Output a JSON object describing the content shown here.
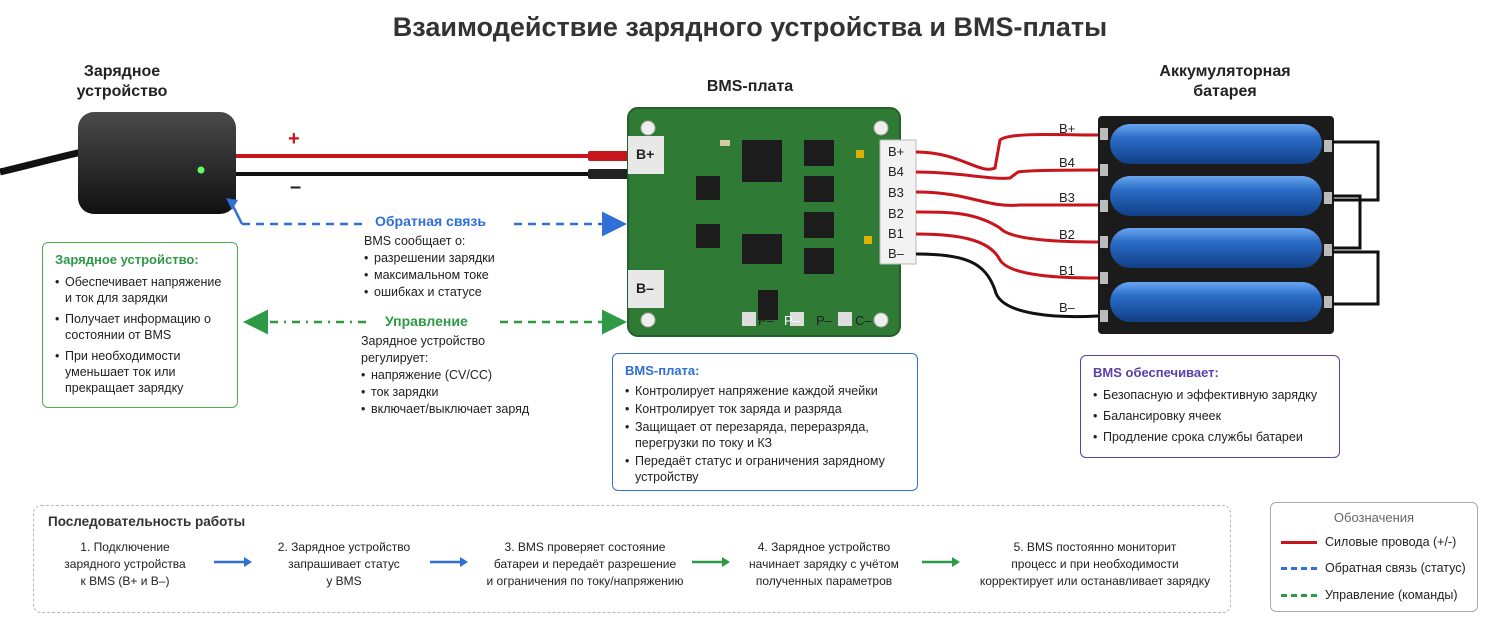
{
  "title": "Взаимодействие зарядного устройства и BMS-платы",
  "headers": {
    "charger_line1": "Зарядное",
    "charger_line2": "устройство",
    "bms": "BMS-плата",
    "battery_line1": "Аккумуляторная",
    "battery_line2": "батарея"
  },
  "polarity": {
    "plus": "+",
    "minus": "–"
  },
  "bms_pads": {
    "b_plus": "B+",
    "b_minus": "B–",
    "p_minus": "P–",
    "p_minus2": "P–",
    "p_minus3": "P–",
    "c_minus": "C–"
  },
  "bms_pins": [
    "B+",
    "B4",
    "B3",
    "B2",
    "B1",
    "B–"
  ],
  "battery_pins": [
    "B+",
    "B4",
    "B3",
    "B2",
    "B1",
    "B–"
  ],
  "feedback": {
    "label": "Обратная связь",
    "intro": "BMS сообщает о:",
    "items": [
      "разрешении зарядки",
      "максимальном токе",
      "ошибках и статусе"
    ]
  },
  "control": {
    "label": "Управление",
    "intro_line1": "Зарядное устройство",
    "intro_line2": "регулирует:",
    "items": [
      "напряжение (CV/CC)",
      "ток зарядки",
      "включает/выключает заряд"
    ]
  },
  "charger_box": {
    "title": "Зарядное устройство:",
    "items": [
      "Обеспечивает напряжение и ток для зарядки",
      "Получает информацию о состоянии от BMS",
      "При необходимости уменьшает ток или прекращает зарядку"
    ]
  },
  "bms_box": {
    "title": "BMS-плата:",
    "items": [
      "Контролирует напряжение каждой ячейки",
      "Контролирует ток заряда и разряда",
      "Защищает от перезаряда, переразряда, перегрузки по току и КЗ",
      "Передаёт статус и ограничения зарядному устройству"
    ]
  },
  "battery_box": {
    "title": "BMS обеспечивает:",
    "items": [
      "Безопасную и эффективную зарядку",
      "Балансировку ячеек",
      "Продление срока службы батареи"
    ]
  },
  "sequence": {
    "title": "Последовательность работы",
    "steps": [
      {
        "l1": "1. Подключение",
        "l2": "зарядного устройства",
        "l3": "к BMS (B+ и B–)"
      },
      {
        "l1": "2. Зарядное устройство",
        "l2": "запрашивает статус",
        "l3": "у BMS"
      },
      {
        "l1": "3. BMS проверяет состояние",
        "l2": "батареи и передаёт разрешение",
        "l3": "и ограничения по току/напряжению"
      },
      {
        "l1": "4. Зарядное устройство",
        "l2": "начинает зарядку с учётом",
        "l3": "полученных параметров"
      },
      {
        "l1": "5. BMS постоянно мониторит",
        "l2": "процесс и при необходимости",
        "l3": "корректирует или останавливает зарядку"
      }
    ]
  },
  "legend": {
    "title": "Обозначения",
    "items": [
      "Силовые провода (+/-)",
      "Обратная связь (статус)",
      "Управление (команды)"
    ]
  },
  "colors": {
    "power": "#c8141c",
    "feedback": "#2f6fd6",
    "control": "#2e9a46",
    "charger_box": "#4caf50",
    "bms_box": "#2f6fd6",
    "battery_box": "#5b3fa8",
    "pcb": "#2f7a34",
    "cell": "#1f5fb8"
  },
  "icons": {
    "arrow": "arrow-right-icon"
  }
}
